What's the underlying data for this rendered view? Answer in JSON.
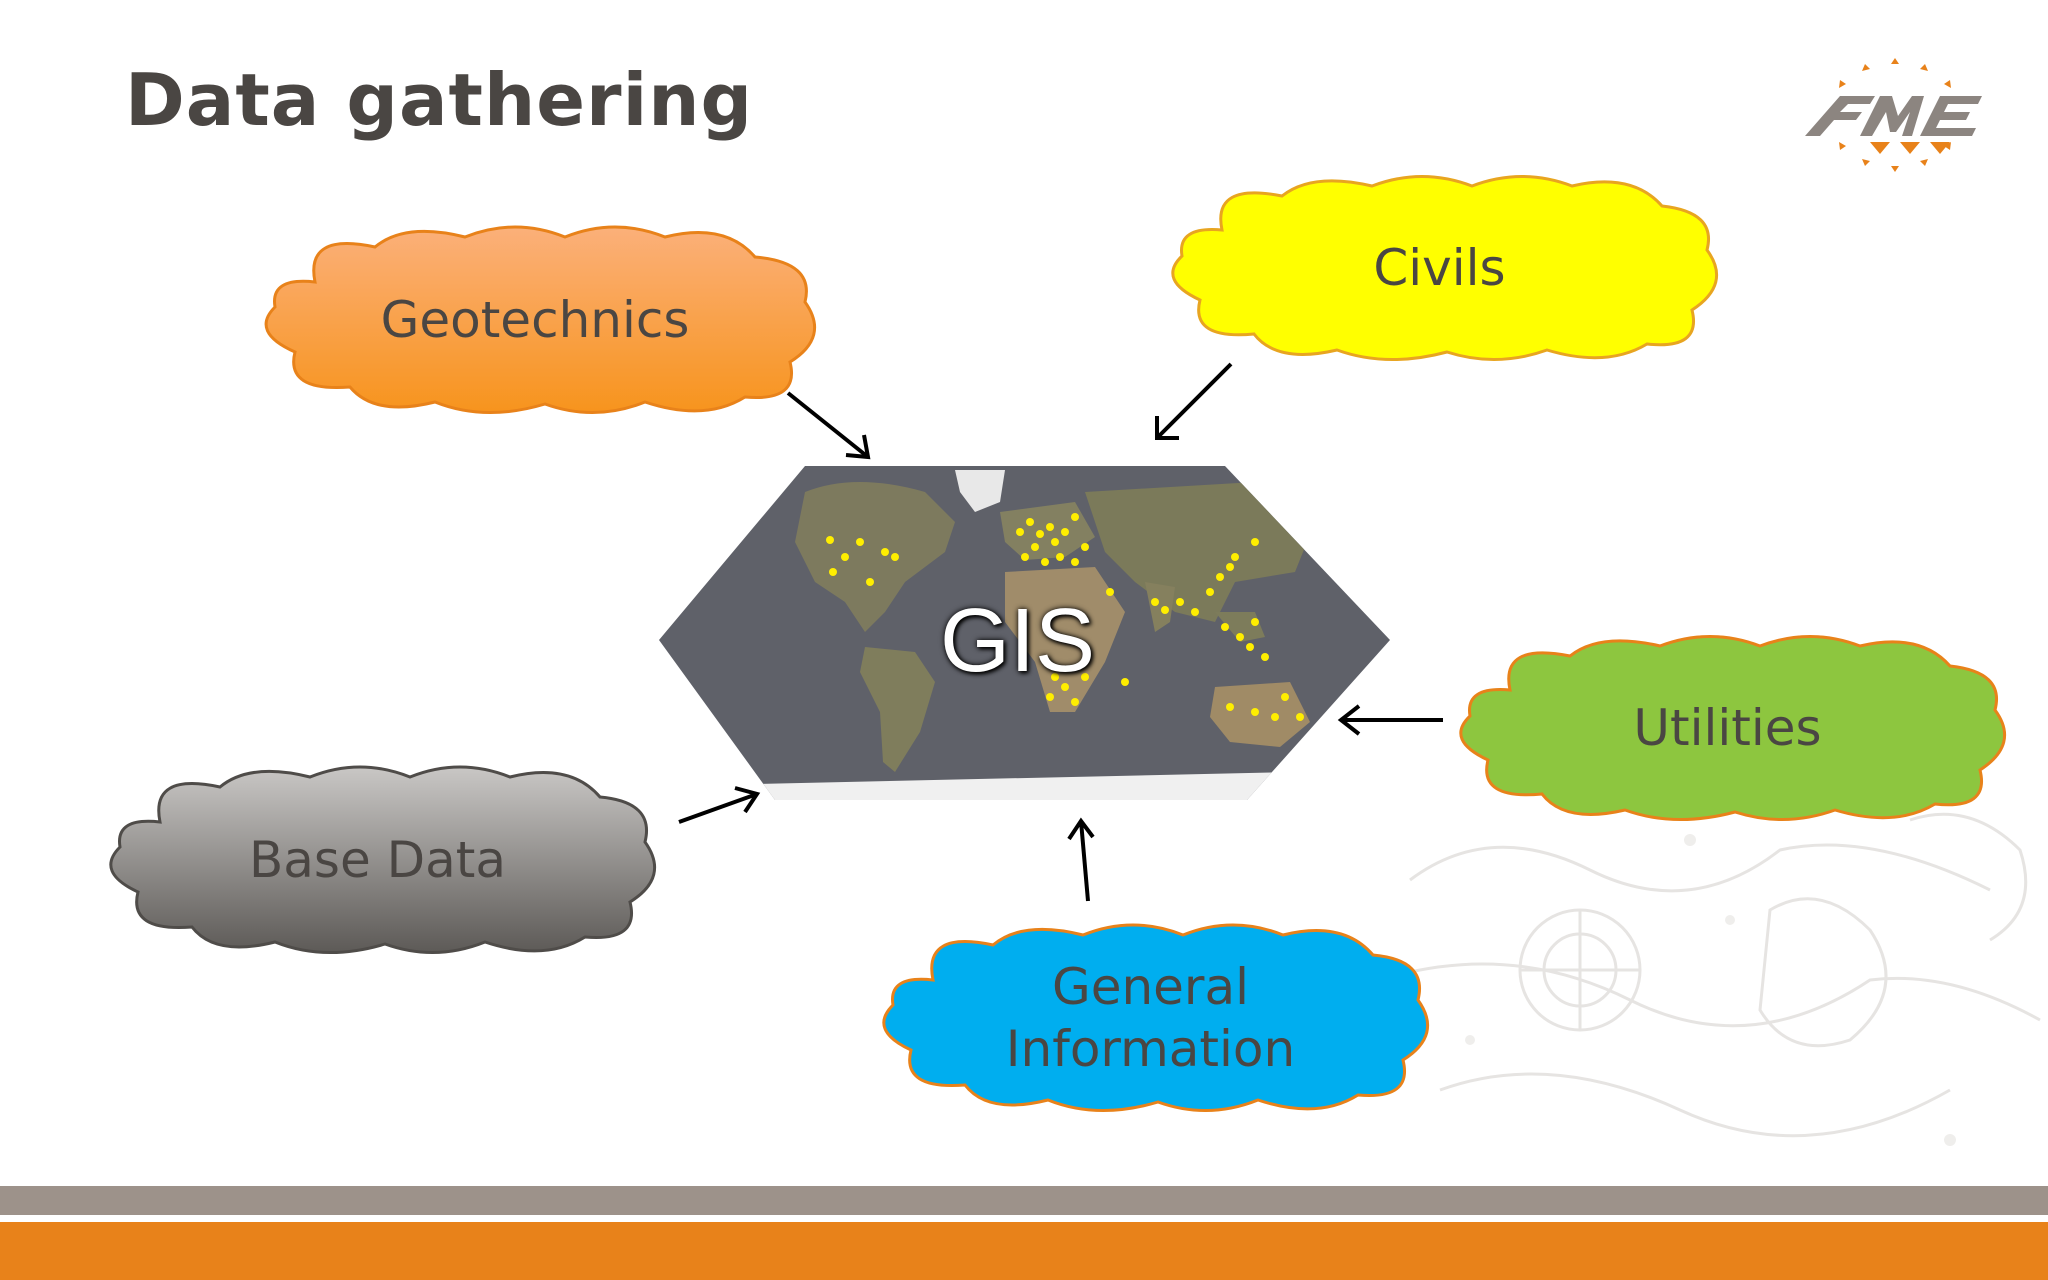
{
  "slide": {
    "title": "Data gathering",
    "logo_text": "FME"
  },
  "center": {
    "label": "GIS"
  },
  "sources": [
    {
      "id": "geotechnics",
      "label": "Geotechnics",
      "color": "#f7941d"
    },
    {
      "id": "civils",
      "label": "Civils",
      "color": "#ffff00"
    },
    {
      "id": "utilities",
      "label": "Utilities",
      "color": "#8dc63f"
    },
    {
      "id": "base-data",
      "label": "Base Data",
      "color": "#8a8785"
    },
    {
      "id": "general-information",
      "label_line1": "General",
      "label_line2": "Information",
      "color": "#00aeef"
    }
  ],
  "colors": {
    "title": "#4a4643",
    "footer_gray": "#9d928a",
    "footer_orange": "#e8821a",
    "cloud_outline": "#e8821a",
    "map_ocean": "#5f6169",
    "map_points": "#ffee00"
  }
}
